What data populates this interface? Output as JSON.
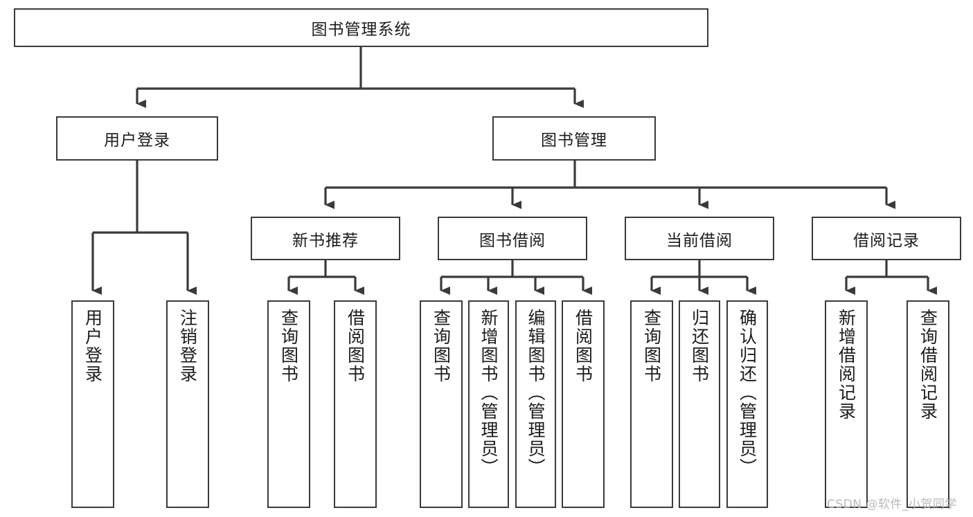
{
  "diagram": {
    "type": "hierarchy-tree",
    "title": "图书管理系统",
    "levels": 4,
    "nodes": {
      "root": {
        "label": "图书管理系统",
        "orientation": "horizontal"
      },
      "l1": [
        {
          "id": "user-login",
          "label": "用户登录",
          "orientation": "horizontal"
        },
        {
          "id": "book-management",
          "label": "图书管理",
          "orientation": "horizontal"
        }
      ],
      "l2": [
        {
          "id": "new-book-recommend",
          "label": "新书推荐",
          "orientation": "horizontal"
        },
        {
          "id": "book-borrow",
          "label": "图书借阅",
          "orientation": "horizontal"
        },
        {
          "id": "current-borrow",
          "label": "当前借阅",
          "orientation": "horizontal"
        },
        {
          "id": "borrow-record",
          "label": "借阅记录",
          "orientation": "horizontal"
        }
      ],
      "leaves": [
        {
          "id": "leaf-user-login",
          "label": "用户登录",
          "parent": "user-login",
          "orientation": "vertical"
        },
        {
          "id": "leaf-user-logout",
          "label": "注销登录",
          "parent": "user-login",
          "orientation": "vertical"
        },
        {
          "id": "leaf-query-book-1",
          "label": "查询图书",
          "parent": "new-book-recommend",
          "orientation": "vertical"
        },
        {
          "id": "leaf-borrow-book-1",
          "label": "借阅图书",
          "parent": "new-book-recommend",
          "orientation": "vertical"
        },
        {
          "id": "leaf-query-book-2",
          "label": "查询图书",
          "parent": "book-borrow",
          "orientation": "vertical"
        },
        {
          "id": "leaf-add-book",
          "label": "新增图书（管理员）",
          "parent": "book-borrow",
          "orientation": "vertical"
        },
        {
          "id": "leaf-edit-book",
          "label": "编辑图书（管理员）",
          "parent": "book-borrow",
          "orientation": "vertical"
        },
        {
          "id": "leaf-borrow-book-2",
          "label": "借阅图书",
          "parent": "book-borrow",
          "orientation": "vertical"
        },
        {
          "id": "leaf-query-book-3",
          "label": "查询图书",
          "parent": "current-borrow",
          "orientation": "vertical"
        },
        {
          "id": "leaf-return-book",
          "label": "归还图书",
          "parent": "current-borrow",
          "orientation": "vertical"
        },
        {
          "id": "leaf-confirm-return",
          "label": "确认归还（管理员）",
          "parent": "current-borrow",
          "orientation": "vertical"
        },
        {
          "id": "leaf-add-record",
          "label": "新增借阅记录",
          "parent": "borrow-record",
          "orientation": "vertical"
        },
        {
          "id": "leaf-query-record",
          "label": "查询借阅记录",
          "parent": "borrow-record",
          "orientation": "vertical"
        }
      ]
    },
    "colors": {
      "stroke": "#3a3a3a",
      "background": "#ffffff",
      "text": "#1b1b1b",
      "watermark": "#b9b9b9"
    }
  },
  "watermark": {
    "text": "CSDN @软件_小贺同学"
  }
}
